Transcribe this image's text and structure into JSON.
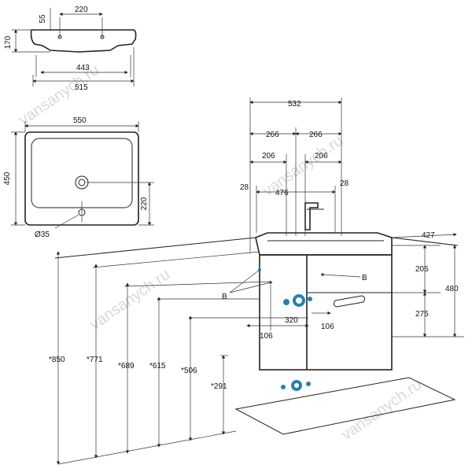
{
  "watermark": "vansanych.ru",
  "colors": {
    "connection": "#2a7fb0",
    "line": "#222222"
  },
  "top_view": {
    "dims": {
      "w220": "220",
      "d55": "55",
      "h170": "170",
      "w443": "443",
      "w515": "515"
    }
  },
  "plan_view": {
    "dims": {
      "w550": "550",
      "h450": "450",
      "d220": "220",
      "hole": "Ø35"
    }
  },
  "cabinet": {
    "width_dims": {
      "w532": "532",
      "l266": "266",
      "r266": "266",
      "l206": "206",
      "r206": "206",
      "l28": "28",
      "r28": "28",
      "w476": "476"
    },
    "right_dims": {
      "d427": "427",
      "h205": "205",
      "h480": "480",
      "h275": "275"
    },
    "left_heights": {
      "h850": "*850",
      "h771": "*771",
      "h689": "*689",
      "h615": "*615",
      "h506": "*506",
      "h291": "*291"
    },
    "inner_dims": {
      "w320": "320",
      "l106": "106",
      "r106": "106"
    },
    "labels": {
      "b_left": "B",
      "b_right": "B"
    }
  }
}
